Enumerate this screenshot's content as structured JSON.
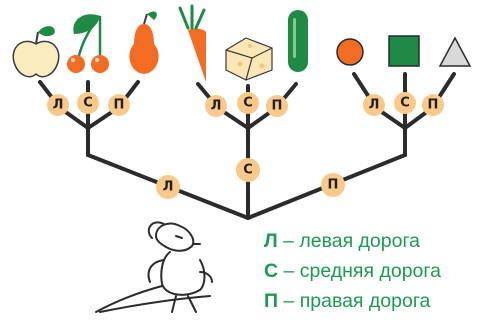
{
  "badges": {
    "left": "Л",
    "center": "С",
    "right": "П"
  },
  "legend": [
    {
      "letter": "Л",
      "text": " – левая дорога"
    },
    {
      "letter": "С",
      "text": " – средняя дорога"
    },
    {
      "letter": "П",
      "text": " – правая дорога"
    }
  ],
  "items": {
    "group_fruits": [
      "apple-icon",
      "cherry-icon",
      "pear-icon"
    ],
    "group_food": [
      "carrot-icon",
      "cheese-icon",
      "cucumber-icon"
    ],
    "group_shapes": [
      "circle-icon",
      "square-icon",
      "triangle-icon"
    ]
  },
  "colors": {
    "line": "#2b2b2b",
    "badge": "#f9c98a",
    "legend_text": "#1d9a52",
    "green": "#1f8a45",
    "orange": "#f26c23",
    "light_gray": "#d9d9d9"
  }
}
